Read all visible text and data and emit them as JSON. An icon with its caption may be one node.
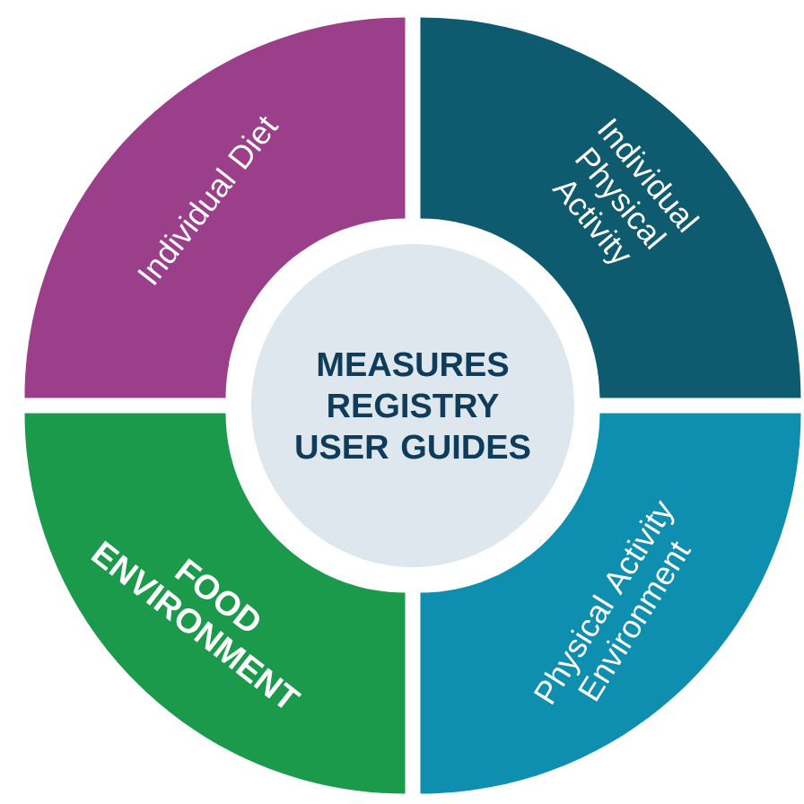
{
  "diagram": {
    "nodes": [
      {
        "text": [
          "MEASURES REGISTRY USER GUIDES"
        ]
      },
      {
        "text": [
          "Individual Diet"
        ]
      },
      {
        "text": [
          "Individual Physical Activity"
        ]
      },
      {
        "text": [
          "FOOD ENVIRONMENT"
        ]
      },
      {
        "text": [
          "Physical Activity Environment"
        ]
      }
    ]
  }
}
